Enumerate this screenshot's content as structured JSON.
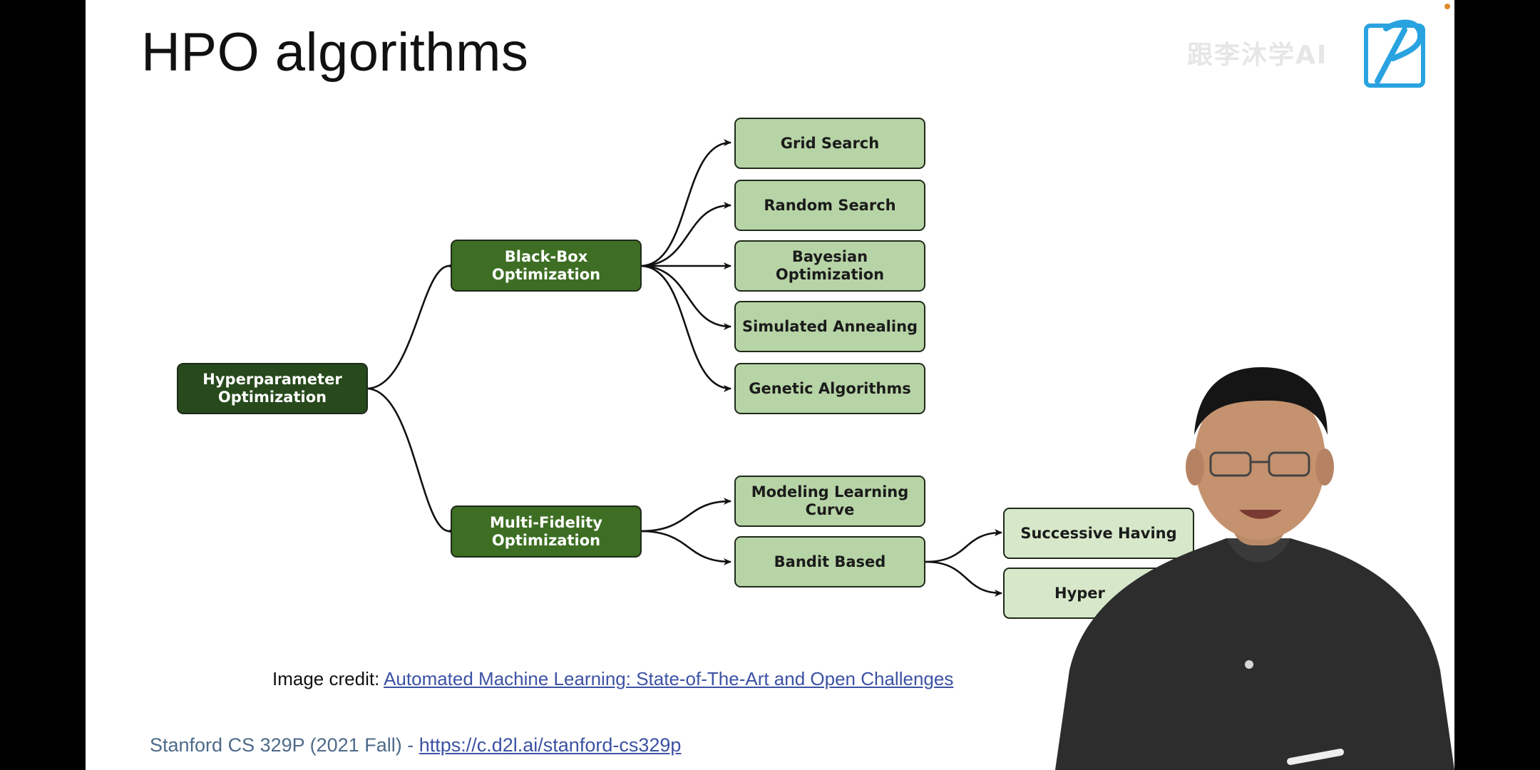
{
  "slide": {
    "title": "HPO algorithms",
    "credit_prefix": "Image credit: ",
    "credit_link": "Automated Machine Learning: State-of-The-Art and Open Challenges",
    "footer_prefix": "Stanford CS 329P (2021 Fall) - ",
    "footer_link": "https://c.d2l.ai/stanford-cs329p"
  },
  "watermark": {
    "text": "跟李沐学AI",
    "logo_icon": "bilibili-tv-logo-icon"
  },
  "diagram": {
    "root": "Hyperparameter\nOptimization",
    "black_box": "Black-Box\nOptimization",
    "multi_fidelity": "Multi-Fidelity\nOptimization",
    "black_box_methods": [
      "Grid Search",
      "Random Search",
      "Bayesian Optimization",
      "Simulated Annealing",
      "Genetic Algorithms"
    ],
    "multi_fidelity_methods": [
      "Modeling Learning\nCurve",
      "Bandit Based"
    ],
    "bandit_methods": [
      "Successive Having",
      "Hyper"
    ]
  },
  "colors": {
    "root": "#27491c",
    "branch": "#3d6e23",
    "leaf": "#b7d4a6",
    "leaf_light": "#d6e8c9",
    "link": "#3c52a3",
    "footer": "#4d6a8a"
  }
}
